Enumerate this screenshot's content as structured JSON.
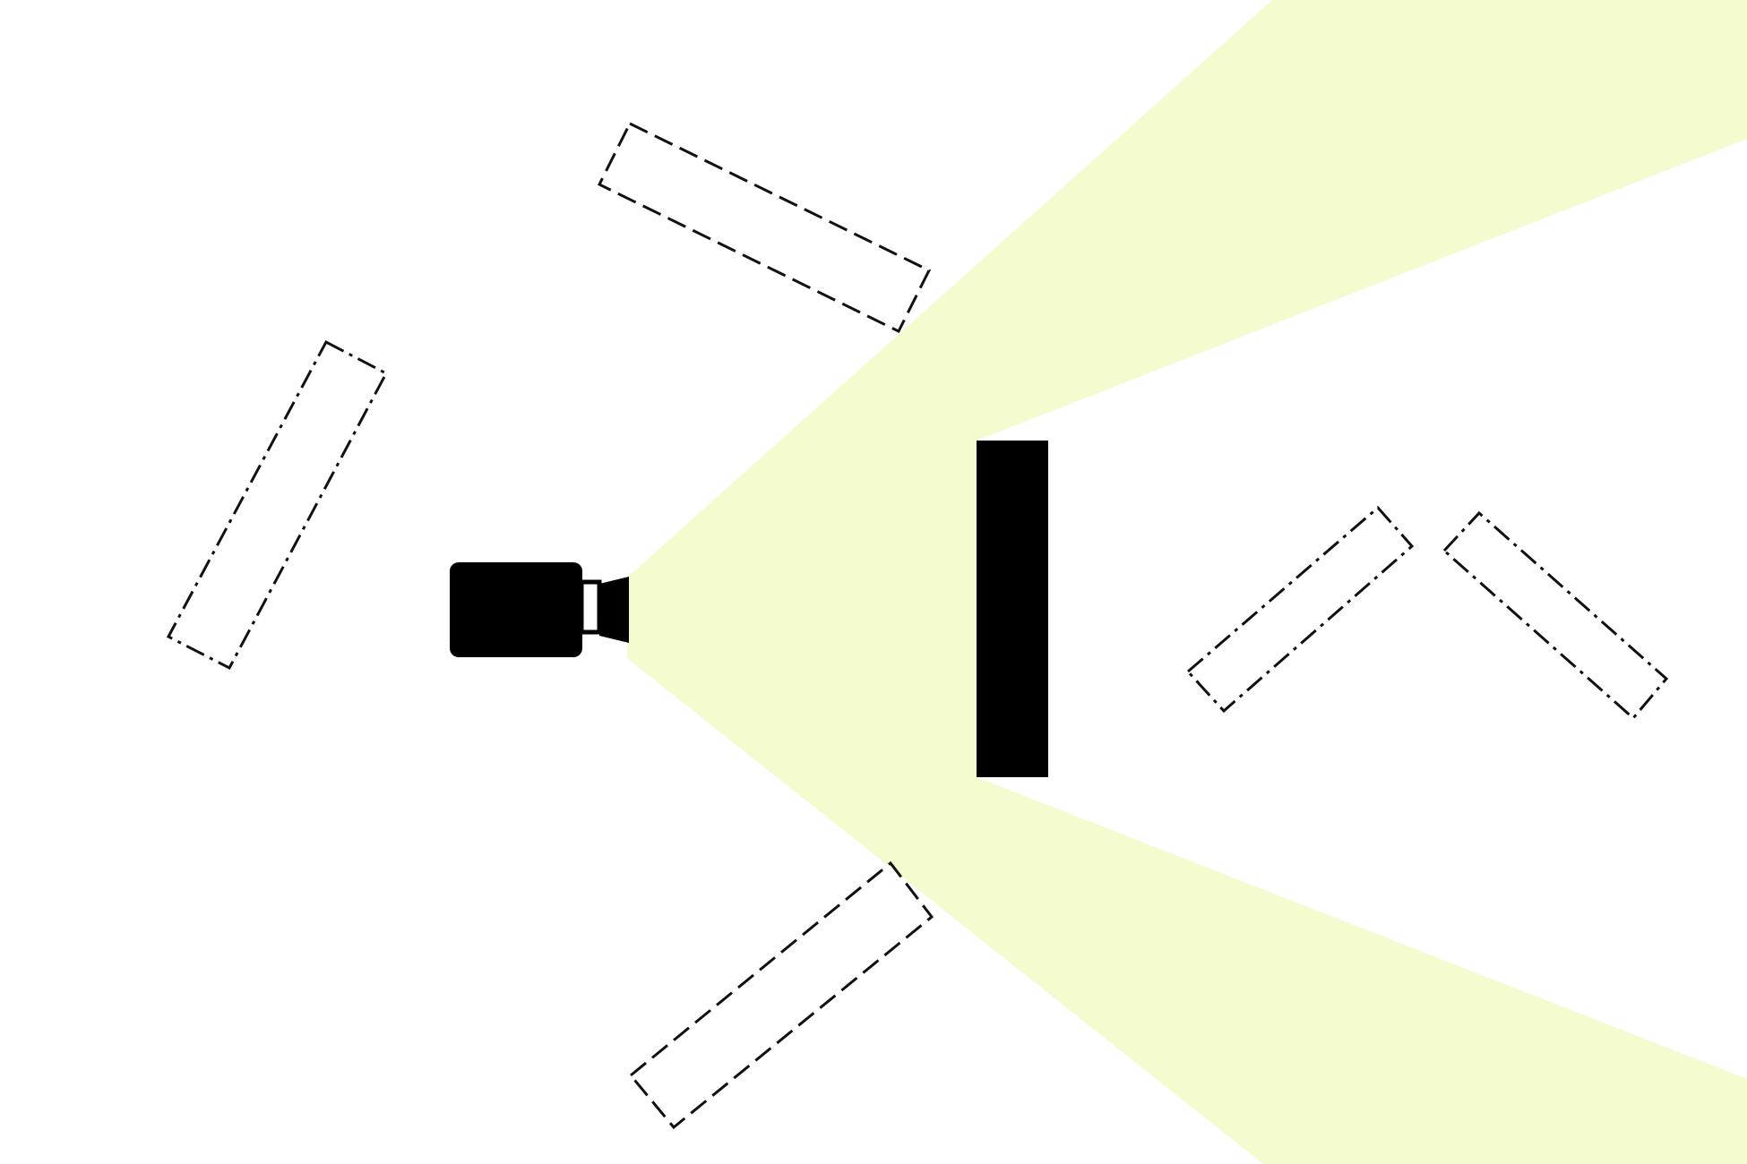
{
  "diagram": {
    "light_cone_color": "#f3fbcf",
    "occluder_color": "#000000",
    "camera_color": "#000000",
    "outline_color": "#111111",
    "background_color": "#ffffff",
    "icons": [
      "camera-icon"
    ],
    "camera": {
      "facing": "right"
    },
    "obstacle_outlines": [
      {
        "name": "obstacle-outline-top",
        "line_style": "dashed"
      },
      {
        "name": "obstacle-outline-left",
        "line_style": "dash-dot"
      },
      {
        "name": "obstacle-outline-bottom",
        "line_style": "dashed"
      },
      {
        "name": "obstacle-outline-right-a",
        "line_style": "dash-dot"
      },
      {
        "name": "obstacle-outline-right-b",
        "line_style": "dash-dot"
      }
    ]
  }
}
